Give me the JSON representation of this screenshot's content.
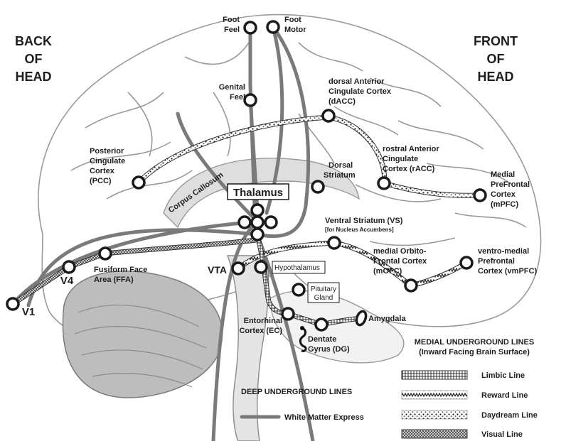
{
  "orientation": {
    "back": [
      "BACK",
      "OF",
      "HEAD"
    ],
    "front": [
      "FRONT",
      "OF",
      "HEAD"
    ]
  },
  "stations": {
    "foot_feel": [
      "Foot",
      "Feel"
    ],
    "foot_motor": [
      "Foot",
      "Motor"
    ],
    "genital_feel": [
      "Genital",
      "Feel"
    ],
    "dacc": [
      "dorsal Anterior",
      "Cingulate Cortex",
      "(dACC)"
    ],
    "pcc": [
      "Posterior",
      "Cingulate",
      "Cortex",
      "(PCC)"
    ],
    "racc": [
      "rostral Anterior",
      "Cingulate",
      "Cortex (rACC)"
    ],
    "dorsal_striatum": [
      "Dorsal",
      "Striatum"
    ],
    "mpfc": [
      "Medial",
      "PreFrontal",
      "Cortex",
      "(mPFC)"
    ],
    "thalamus": "Thalamus",
    "corpus_callosum": "Corpus Callosum",
    "ventral_striatum": "Ventral Striatum (VS)",
    "ventral_striatum_note": "[for Nucleus Accumbens]",
    "mofc": [
      "medial Orbito-",
      "Frontal Cortex",
      "(mOFC)"
    ],
    "vmpfc": [
      "ventro-medial",
      "Prefrontal",
      "Cortex (vmPFC)"
    ],
    "vta": "VTA",
    "hypothalamus": "Hypothalamus",
    "pituitary": [
      "Pituitary",
      "Gland"
    ],
    "ffa": [
      "Fusiform Face",
      "Area (FFA)"
    ],
    "v4": "V4",
    "v1": "V1",
    "entorhinal": [
      "Entorhinal",
      "Cortex (EC)"
    ],
    "dentate": [
      "Dentate",
      "Gyrus (DG)"
    ],
    "amygdala": "Amygdala"
  },
  "legend": {
    "medial_title": [
      "MEDIAL UNDERGROUND LINES",
      "(Inward Facing Brain Surface)"
    ],
    "deep_title": "DEEP UNDERGROUND LINES",
    "items": [
      {
        "label": "Limbic Line",
        "pattern": "limbic"
      },
      {
        "label": "Reward Line",
        "pattern": "reward"
      },
      {
        "label": "Daydream Line",
        "pattern": "daydream"
      },
      {
        "label": "Visual Line",
        "pattern": "visual"
      }
    ],
    "white_matter": "White Matter Express"
  },
  "colors": {
    "ink": "#1e1e1e",
    "white_matter": "#7a7a7a",
    "brain_outline": "#9a9a9a",
    "background": "#ffffff"
  }
}
